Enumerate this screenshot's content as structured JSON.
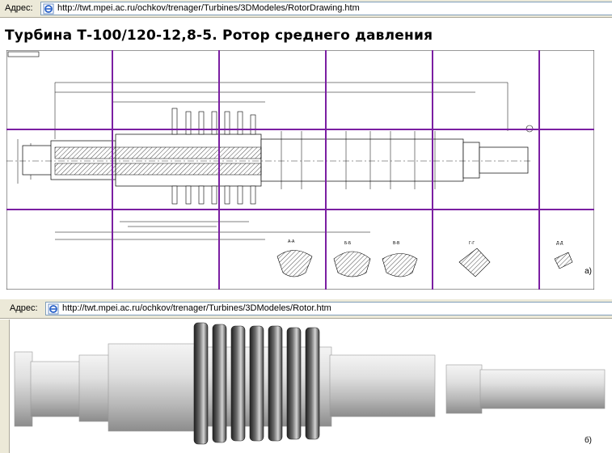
{
  "browser_top": {
    "address_label": "Адрес:",
    "url": "http://twt.mpei.ac.ru/ochkov/trenager/Turbines/3DModeles/RotorDrawing.htm"
  },
  "page_title": "Турбина Т-100/120-12,8-5. Ротор среднего давления",
  "drawing": {
    "section_labels": [
      "А-А",
      "Б-Б",
      "В-В",
      "Г-Г",
      "Д-Д"
    ],
    "panel_label": "а)"
  },
  "browser_bottom": {
    "address_label": "Адрес:",
    "url": "http://twt.mpei.ac.ru/ochkov/trenager/Turbines/3DModeles/Rotor.htm"
  },
  "model": {
    "panel_label": "б)"
  },
  "colors": {
    "grid_purple": "#7b1fa2",
    "toolbar": "#ece9d8"
  }
}
